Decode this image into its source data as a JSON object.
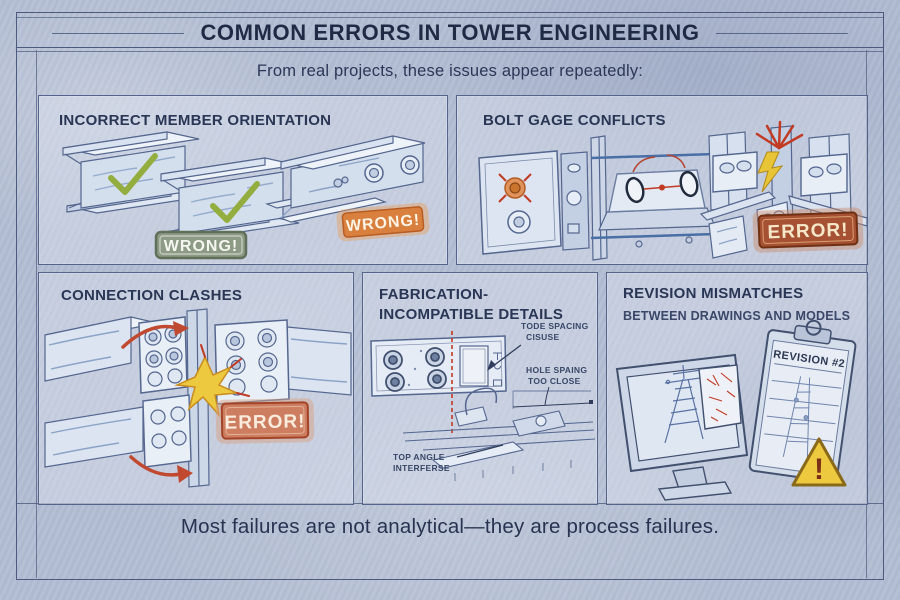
{
  "header": {
    "title": "COMMON ERRORS IN TOWER ENGINEERING",
    "subtitle": "From real projects, these issues appear repeatedly:"
  },
  "footer": {
    "text": "Most failures are not analytical—they are process failures."
  },
  "colors": {
    "paper": "#b3bdd2",
    "ink": "#27324f",
    "frame_line": "#4b5a7e",
    "check_green": "#93ad3f",
    "error_red": "#c13a23",
    "badge_green": "#8d9a85",
    "badge_orange": "#d9803e",
    "badge_brick": "#a65133",
    "badge_salmon": "#cd7d60",
    "warning_yellow": "#ecc93f"
  },
  "panels": {
    "orientation": {
      "title": "INCORRECT MEMBER ORIENTATION",
      "badge_mid": "WRONG!",
      "badge_right": "WRONG!"
    },
    "boltgage": {
      "title": "BOLT GAGE CONFLICTS",
      "badge": "ERROR!"
    },
    "clashes": {
      "title": "CONNECTION CLASHES",
      "badge": "ERROR!"
    },
    "fabrication": {
      "title_line1": "FABRICATION-",
      "title_line2": "INCOMPATIBLE DETAILS",
      "note_edge_line1": "TODE SPACING",
      "note_edge_line2": "CISUSE",
      "note_hole_line1": "HOLE SPAING",
      "note_hole_line2": "TOO CLOSE",
      "note_angle_line1": "TOP ANGLE",
      "note_angle_line2": "INTERFERSE"
    },
    "revision": {
      "title": "REVISION MISMATCHES",
      "subtitle": "BETWEEN DRAWINGS AND MODELS",
      "clipboard_label": "REVISION #2",
      "warning_mark": "!"
    }
  }
}
